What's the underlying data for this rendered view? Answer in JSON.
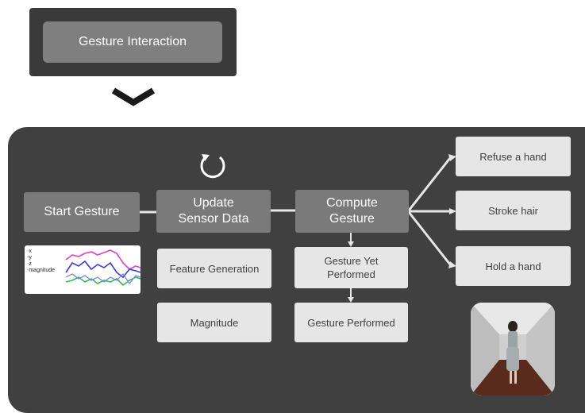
{
  "top": {
    "title": "Gesture Interaction"
  },
  "nodes": {
    "start": "Start Gesture",
    "update": "Update\nSensor Data",
    "compute": "Compute\nGesture",
    "feature": "Feature Generation",
    "magnitude": "Magnitude",
    "yet": "Gesture Yet\nPerformed",
    "performed": "Gesture Performed",
    "refuse": "Refuse a hand",
    "stroke": "Stroke hair",
    "hold": "Hold a hand"
  },
  "plot": {
    "legend": [
      "x",
      "y",
      "z",
      "magnitude"
    ],
    "colors": {
      "x": "#e040c8",
      "y": "#3a3adf",
      "z": "#2fbf4f",
      "magnitude": "#7a7aff"
    }
  },
  "icons": {
    "refresh": "refresh-icon",
    "chevron": "chevron-down-icon",
    "photo": "person-in-corridor-photo"
  }
}
